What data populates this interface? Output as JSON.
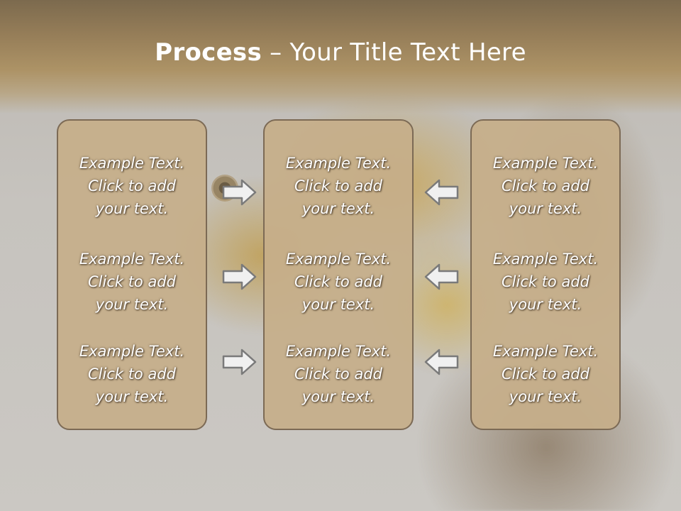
{
  "slide": {
    "title_bold": "Process",
    "title_rest": " – Your Title Text Here",
    "columns": [
      {
        "items": [
          {
            "lines": [
              "Example Text.",
              "Click  to add",
              "your text."
            ]
          },
          {
            "lines": [
              "Example Text.",
              "Click  to add",
              "your text."
            ]
          },
          {
            "lines": [
              "Example Text.",
              "Click  to add",
              "your text."
            ]
          }
        ]
      },
      {
        "items": [
          {
            "lines": [
              "Example Text.",
              "Click  to add",
              "your text."
            ]
          },
          {
            "lines": [
              "Example Text.",
              "Click  to add",
              "your text."
            ]
          },
          {
            "lines": [
              "Example Text.",
              "Click  to add",
              "your text."
            ]
          }
        ]
      },
      {
        "items": [
          {
            "lines": [
              "Example Text.",
              "Click  to add",
              "your text."
            ]
          },
          {
            "lines": [
              "Example Text.",
              "Click  to add",
              "your text."
            ]
          },
          {
            "lines": [
              "Example Text.",
              "Click  to add",
              "your text."
            ]
          }
        ]
      }
    ],
    "arrows": {
      "left_group": {
        "direction": "right",
        "icon": "arrow-right-icon"
      },
      "right_group": {
        "direction": "left",
        "icon": "arrow-left-icon"
      }
    },
    "colors": {
      "header": "#957d58",
      "box_fill": "#c6ae8a",
      "box_border": "#7c6a55",
      "arrow_fill": "#f0f0f0",
      "arrow_stroke": "#7a7a7a"
    }
  }
}
